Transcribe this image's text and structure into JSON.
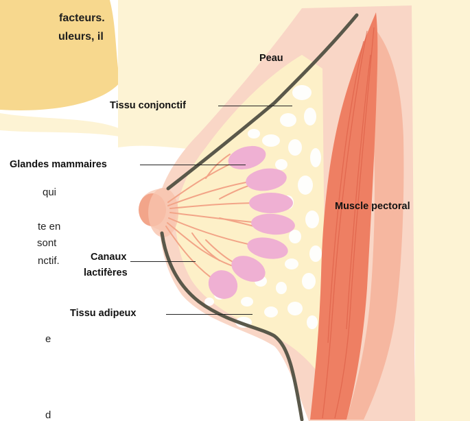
{
  "top_banner": {
    "line1": "facteurs.",
    "line2": "uleurs, il"
  },
  "body_fragments": [
    "qui",
    "te en",
    "sont",
    "nctif.",
    "e",
    "d"
  ],
  "labels": {
    "peau": "Peau",
    "tissu_conjonctif": "Tissu conjonctif",
    "glandes_mammaires": "Glandes mammaires",
    "muscle_pectoral": "Muscle pectoral",
    "canaux_lactiferes_1": "Canaux",
    "canaux_lactiferes_2": "lactifères",
    "tissu_adipeux": "Tissu adipeux"
  },
  "colors": {
    "banner": "#f7d88e",
    "background_wash": "#fdf3d4",
    "skin": "#f9d6c6",
    "fat": "#fdf0c8",
    "gland": "#efb0d3",
    "muscle": "#ee7f63",
    "muscle_light": "#f6b7a0",
    "nipple": "#f2a58a",
    "duct": "#f2a487",
    "skin_line": "#5a584a"
  }
}
